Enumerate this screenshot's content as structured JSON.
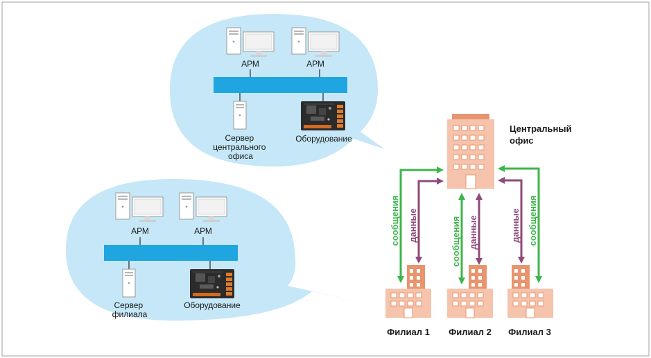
{
  "central_bubble": {
    "arm_left": "АРМ",
    "arm_right": "АРМ",
    "server_label": [
      "Сервер",
      "центрального",
      "офиса"
    ],
    "equipment_label": "Оборудование"
  },
  "branch_bubble": {
    "arm_left": "АРМ",
    "arm_right": "АРМ",
    "server_label": [
      "Сервер",
      "филиала"
    ],
    "equipment_label": "Оборудование"
  },
  "central_office": {
    "label": [
      "Центральный",
      "офис"
    ]
  },
  "branches": [
    {
      "label": "Филиал 1"
    },
    {
      "label": "Филиал 2"
    },
    {
      "label": "Филиал 3"
    }
  ],
  "links": {
    "messages": "сообщения",
    "data": "данные"
  },
  "colors": {
    "bubble": "#c5e7f7",
    "network_bar": "#1fa6e0",
    "building_light": "#f6c3ac",
    "building_dark": "#e8956f",
    "messages_arrow": "#3db54a",
    "data_arrow": "#8e4a79",
    "frame": "#b0b0b0"
  }
}
